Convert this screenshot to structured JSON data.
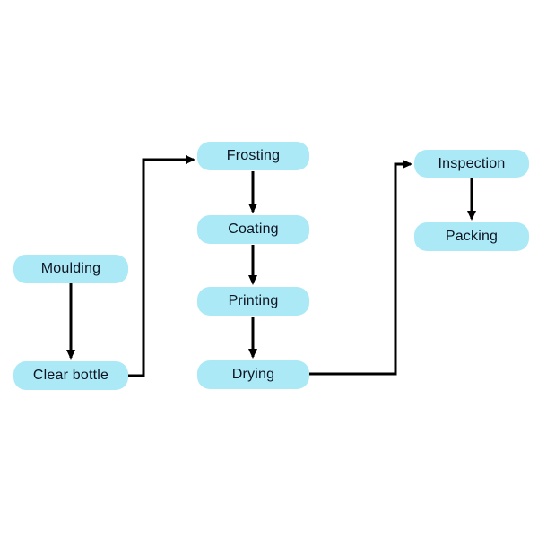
{
  "diagram": {
    "type": "flowchart",
    "background_color": "#ffffff",
    "node_fill_color": "#abe9f7",
    "line_color": "#000000",
    "text_color": "#0d1420",
    "nodes": [
      {
        "id": "moulding",
        "label": "Moulding"
      },
      {
        "id": "clear-bottle",
        "label": "Clear bottle"
      },
      {
        "id": "frosting",
        "label": "Frosting"
      },
      {
        "id": "coating",
        "label": "Coating"
      },
      {
        "id": "printing",
        "label": "Printing"
      },
      {
        "id": "drying",
        "label": "Drying"
      },
      {
        "id": "inspection",
        "label": "Inspection"
      },
      {
        "id": "packing",
        "label": "Packing"
      }
    ],
    "edges": [
      {
        "from": "Moulding",
        "to": "Clear bottle"
      },
      {
        "from": "Clear bottle",
        "to": "Frosting"
      },
      {
        "from": "Frosting",
        "to": "Coating"
      },
      {
        "from": "Coating",
        "to": "Printing"
      },
      {
        "from": "Printing",
        "to": "Drying"
      },
      {
        "from": "Drying",
        "to": "Inspection"
      },
      {
        "from": "Inspection",
        "to": "Packing"
      }
    ]
  }
}
